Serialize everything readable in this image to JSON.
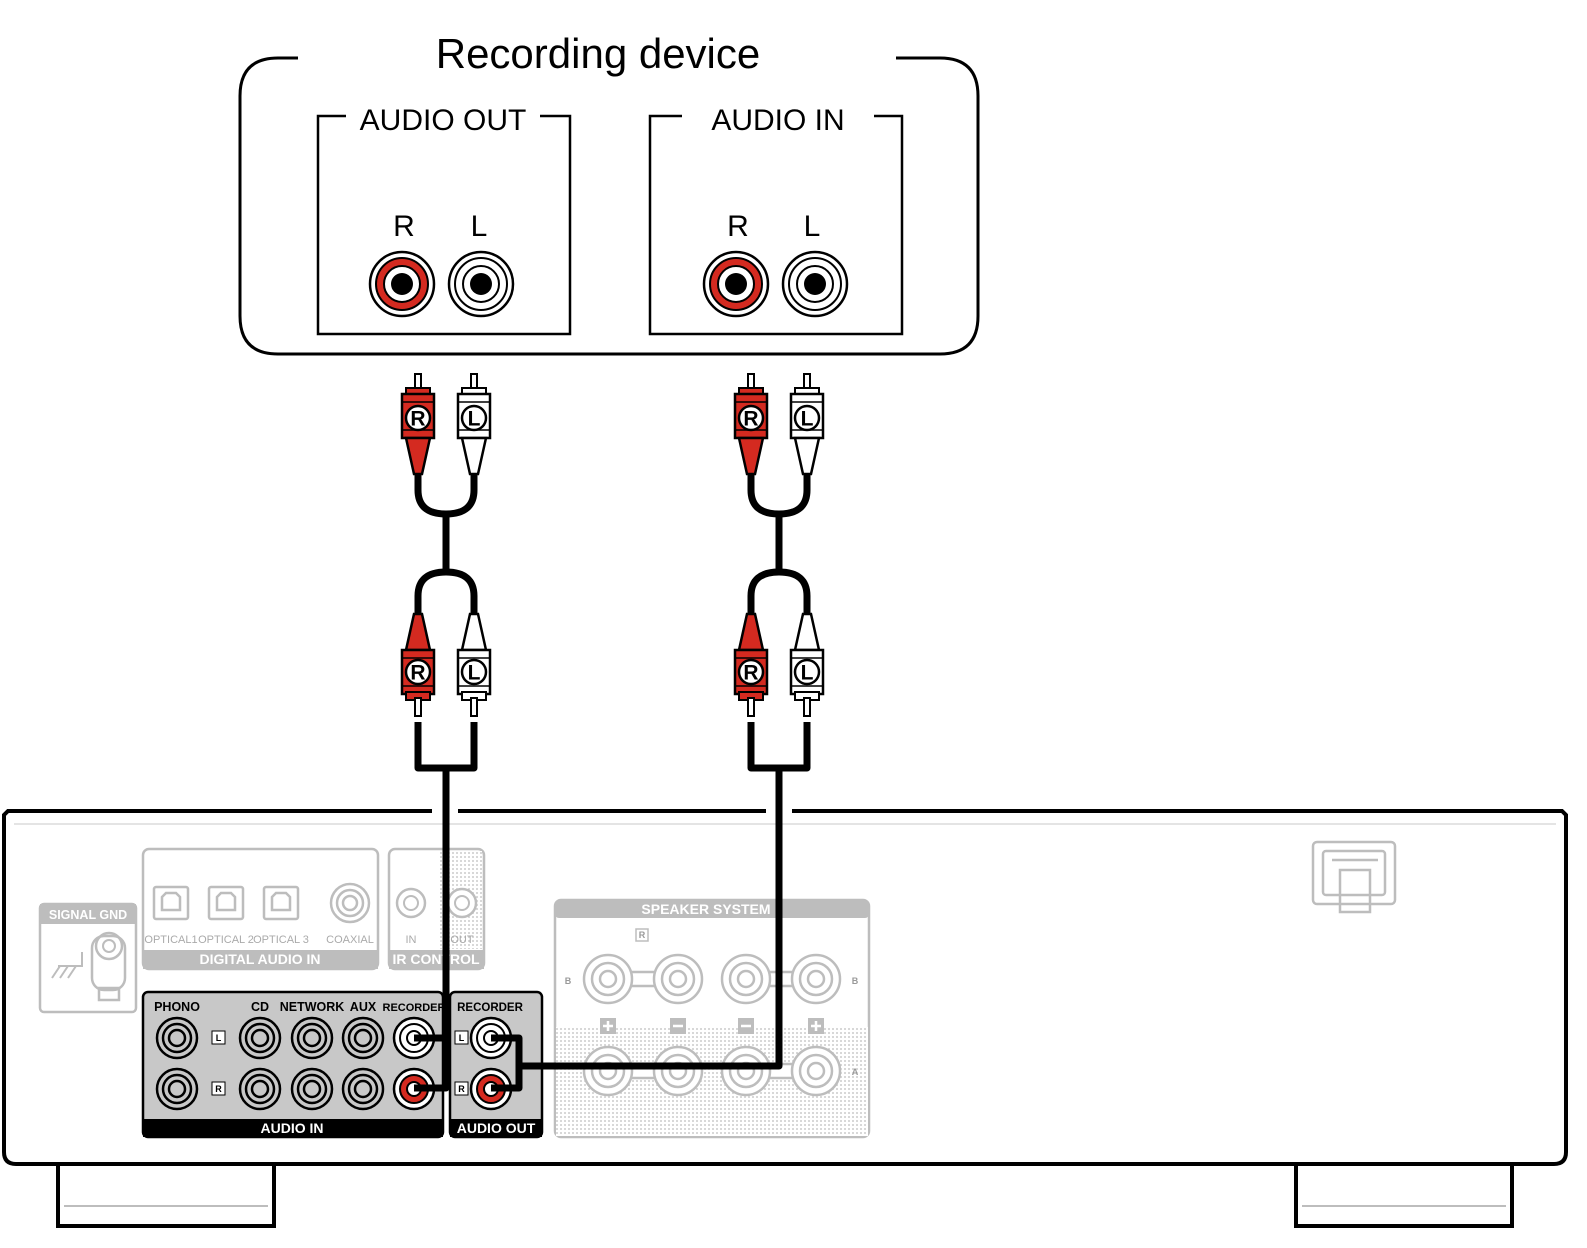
{
  "recording_device": {
    "title": "Recording device",
    "audio_out_label": "AUDIO OUT",
    "audio_in_label": "AUDIO IN",
    "r": "R",
    "l": "L"
  },
  "cable": {
    "r": "R",
    "l": "L"
  },
  "colors": {
    "red": "#d42a20",
    "white": "#ffffff",
    "black": "#000000",
    "faded": "#bdbdbd"
  },
  "amplifier": {
    "signal_gnd": "SIGNAL GND",
    "optical1": "OPTICAL1",
    "optical2": "OPTICAL 2",
    "optical3": "OPTICAL 3",
    "coaxial": "COAXIAL",
    "digital_audio_in": "DIGITAL AUDIO IN",
    "ir_in": "IN",
    "ir_out": "OUT",
    "ir_control": "IR CONTROL",
    "speaker_system": "SPEAKER SYSTEM",
    "speaker_r": "R",
    "speaker_b": "B",
    "speaker_a": "A",
    "phono": "PHONO",
    "cd": "CD",
    "network": "NETWORK",
    "aux": "AUX",
    "recorder_in": "RECORDER",
    "recorder_out": "RECORDER",
    "ch_l": "L",
    "ch_r": "R",
    "audio_in": "AUDIO IN",
    "audio_out": "AUDIO OUT"
  }
}
